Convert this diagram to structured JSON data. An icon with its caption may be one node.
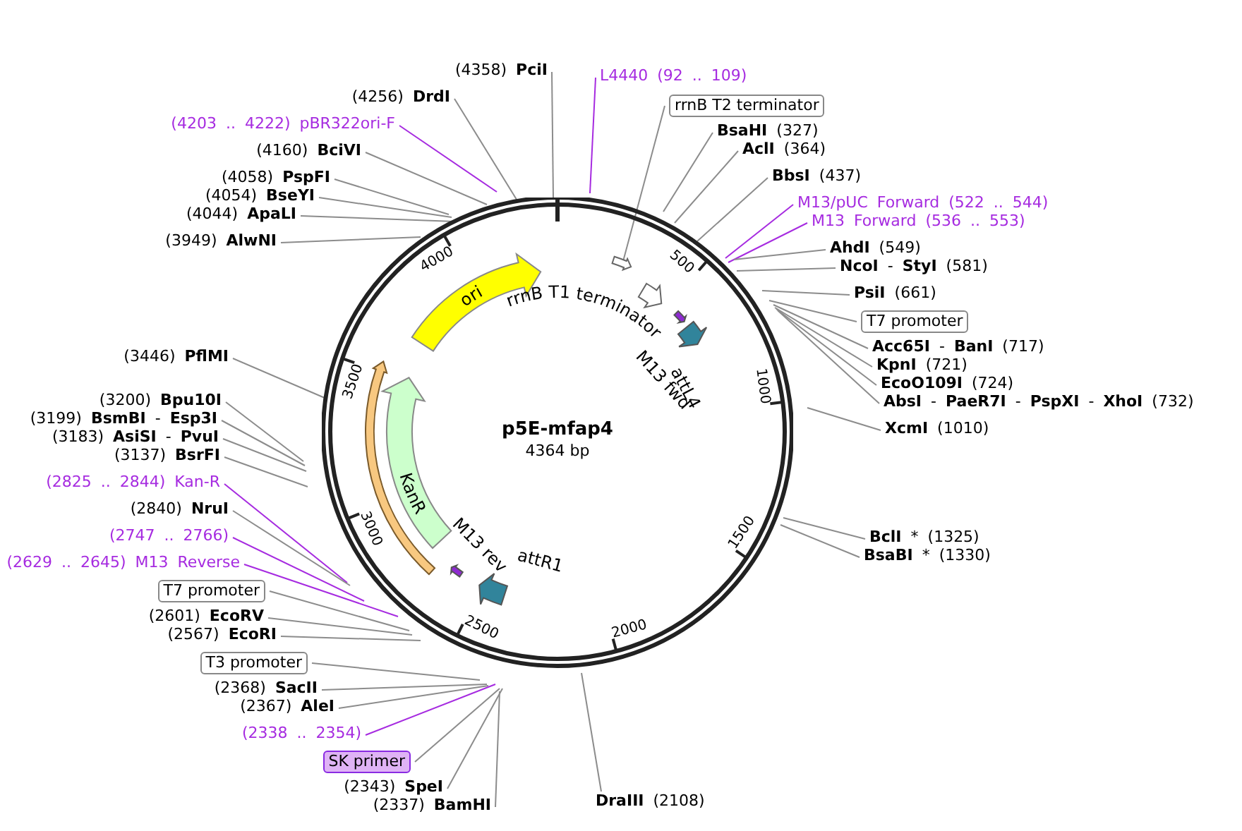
{
  "diagram": {
    "nodes": [
      {
        "text": [
          "p5E-mfap4",
          "4364 bp"
        ]
      },
      {
        "text": [
          "ori"
        ],
        "in": 0
      },
      {
        "text": [
          "KanR"
        ],
        "in": 0
      },
      {
        "text": [],
        "shape": "arrow",
        "in": 0
      },
      {
        "text": [
          "rrnB T1 terminator"
        ],
        "in": 0
      },
      {
        "text": [
          "M13 fwd"
        ],
        "in": 0
      },
      {
        "text": [
          "attL4"
        ],
        "in": 0
      },
      {
        "text": [
          "M13 rev"
        ],
        "in": 0
      },
      {
        "text": [
          "attR1"
        ],
        "in": 0
      },
      {
        "text": [],
        "shape": "arrow",
        "in": 0
      },
      {
        "text": [
          "(4358) **PciI**"
        ]
      },
      {
        "text": [
          "(4256) **DrdI**"
        ]
      },
      {
        "text": [
          "(4203 .. 4222) pBR322ori-F"
        ]
      },
      {
        "text": [
          "(4160) **BciVI**"
        ]
      },
      {
        "text": [
          "(4058) **PspFI**"
        ]
      },
      {
        "text": [
          "(4054) **BseYI**"
        ]
      },
      {
        "text": [
          "(4044) **ApaLI**"
        ]
      },
      {
        "text": [
          "(3949) **AlwNI**"
        ]
      },
      {
        "text": [
          "(3446) **PflMI**"
        ]
      },
      {
        "text": [
          "(3200) **Bpu10I**"
        ]
      },
      {
        "text": [
          "(3199) **BsmBI** - **Esp3I**"
        ]
      },
      {
        "text": [
          "(3183) **AsiSI** - **PvuI**"
        ]
      },
      {
        "text": [
          "(3137) **BsrFI**"
        ]
      },
      {
        "text": [
          "(2825 .. 2844) Kan-R"
        ]
      },
      {
        "text": [
          "(2840) **NruI**"
        ]
      },
      {
        "text": [
          "(2747 .. 2766)"
        ]
      },
      {
        "text": [
          "(2629 .. 2645) M13 Reverse"
        ]
      },
      {
        "text": [
          "T7 promoter"
        ]
      },
      {
        "text": [
          "(2601) **EcoRV**"
        ]
      },
      {
        "text": [
          "(2567) **EcoRI**"
        ]
      },
      {
        "text": [
          "T3 promoter"
        ]
      },
      {
        "text": [
          "(2368) **SacII**"
        ]
      },
      {
        "text": [
          "(2367) **AleI**"
        ]
      },
      {
        "text": [
          "(2338 .. 2354)"
        ]
      },
      {
        "text": [
          "SK primer"
        ]
      },
      {
        "text": [
          "(2343) **SpeI**"
        ]
      },
      {
        "text": [
          "(2337) **BamHI**"
        ]
      },
      {
        "text": [
          "**DraIII** (2108)"
        ]
      },
      {
        "text": [
          "L4440 (92 .. 109)"
        ]
      },
      {
        "text": [
          "rrnB T2 terminator"
        ]
      },
      {
        "text": [
          "**BsaHI** (327)"
        ]
      },
      {
        "text": [
          "**AclI** (364)"
        ]
      },
      {
        "text": [
          "**BbsI** (437)"
        ]
      },
      {
        "text": [
          "M13/pUC Forward (522 .. 544)"
        ]
      },
      {
        "text": [
          "M13 Forward (536 .. 553)"
        ]
      },
      {
        "text": [
          "**AhdI** (549)"
        ]
      },
      {
        "text": [
          "**NcoI** - **StyI** (581)"
        ]
      },
      {
        "text": [
          "**PsiI** (661)"
        ]
      },
      {
        "text": [
          "T7 promoter"
        ]
      },
      {
        "text": [
          "**Acc65I** - **BanI** (717)"
        ]
      },
      {
        "text": [
          "**KpnI** (721)"
        ]
      },
      {
        "text": [
          "**EcoO109I** (724)"
        ]
      },
      {
        "text": [
          "**AbsI** - **PaeR7I** - **PspXI** - **XhoI** (732)"
        ]
      },
      {
        "text": [
          "**XcmI** (1010)"
        ]
      },
      {
        "text": [
          "**BclI** * (1325)"
        ]
      },
      {
        "text": [
          "**BsaBI** * (1330)"
        ]
      }
    ],
    "edges": [
      {
        "from": 10,
        "to": 0,
        "arrow": "none"
      },
      {
        "from": 11,
        "to": 0,
        "arrow": "none"
      },
      {
        "from": 12,
        "to": 0,
        "arrow": "none",
        "color": "#a62be0"
      },
      {
        "from": 13,
        "to": 0,
        "arrow": "none"
      },
      {
        "from": 14,
        "to": 0,
        "arrow": "none"
      },
      {
        "from": 15,
        "to": 0,
        "arrow": "none"
      },
      {
        "from": 16,
        "to": 0,
        "arrow": "none"
      },
      {
        "from": 17,
        "to": 0,
        "arrow": "none"
      },
      {
        "from": 18,
        "to": 0,
        "arrow": "none"
      },
      {
        "from": 19,
        "to": 0,
        "arrow": "none"
      },
      {
        "from": 20,
        "to": 0,
        "arrow": "none"
      },
      {
        "from": 21,
        "to": 0,
        "arrow": "none"
      },
      {
        "from": 22,
        "to": 0,
        "arrow": "none"
      },
      {
        "from": 23,
        "to": 0,
        "arrow": "none",
        "color": "#a62be0"
      },
      {
        "from": 24,
        "to": 0,
        "arrow": "none"
      },
      {
        "from": 25,
        "to": 0,
        "arrow": "none",
        "color": "#a62be0"
      },
      {
        "from": 26,
        "to": 0,
        "arrow": "none",
        "color": "#a62be0"
      },
      {
        "from": 27,
        "to": 0,
        "arrow": "none"
      },
      {
        "from": 28,
        "to": 0,
        "arrow": "none"
      },
      {
        "from": 29,
        "to": 0,
        "arrow": "none"
      },
      {
        "from": 30,
        "to": 0,
        "arrow": "none"
      },
      {
        "from": 31,
        "to": 0,
        "arrow": "none"
      },
      {
        "from": 32,
        "to": 0,
        "arrow": "none"
      },
      {
        "from": 33,
        "to": 0,
        "arrow": "none",
        "color": "#a62be0"
      },
      {
        "from": 34,
        "to": 0,
        "arrow": "none"
      },
      {
        "from": 35,
        "to": 0,
        "arrow": "none"
      },
      {
        "from": 36,
        "to": 0,
        "arrow": "none"
      },
      {
        "from": 37,
        "to": 0,
        "arrow": "none"
      },
      {
        "from": 38,
        "to": 0,
        "arrow": "none",
        "color": "#a62be0"
      },
      {
        "from": 39,
        "to": 9,
        "arrow": "none"
      },
      {
        "from": 40,
        "to": 0,
        "arrow": "none"
      },
      {
        "from": 41,
        "to": 0,
        "arrow": "none"
      },
      {
        "from": 42,
        "to": 0,
        "arrow": "none"
      },
      {
        "from": 43,
        "to": 0,
        "arrow": "none",
        "color": "#a62be0"
      },
      {
        "from": 44,
        "to": 0,
        "arrow": "none",
        "color": "#a62be0"
      },
      {
        "from": 45,
        "to": 0,
        "arrow": "none"
      },
      {
        "from": 46,
        "to": 0,
        "arrow": "none"
      },
      {
        "from": 47,
        "to": 0,
        "arrow": "none"
      },
      {
        "from": 48,
        "to": 0,
        "arrow": "none"
      },
      {
        "from": 49,
        "to": 0,
        "arrow": "none"
      },
      {
        "from": 50,
        "to": 0,
        "arrow": "none"
      },
      {
        "from": 51,
        "to": 0,
        "arrow": "none"
      },
      {
        "from": 52,
        "to": 0,
        "arrow": "none"
      },
      {
        "from": 53,
        "to": 0,
        "arrow": "none"
      },
      {
        "from": 54,
        "to": 0,
        "arrow": "none"
      },
      {
        "from": 55,
        "to": 0,
        "arrow": "none"
      }
    ],
    "labels": [
      "500",
      "1000",
      "1500",
      "2000",
      "2500",
      "3000",
      "3500",
      "4000"
    ]
  }
}
